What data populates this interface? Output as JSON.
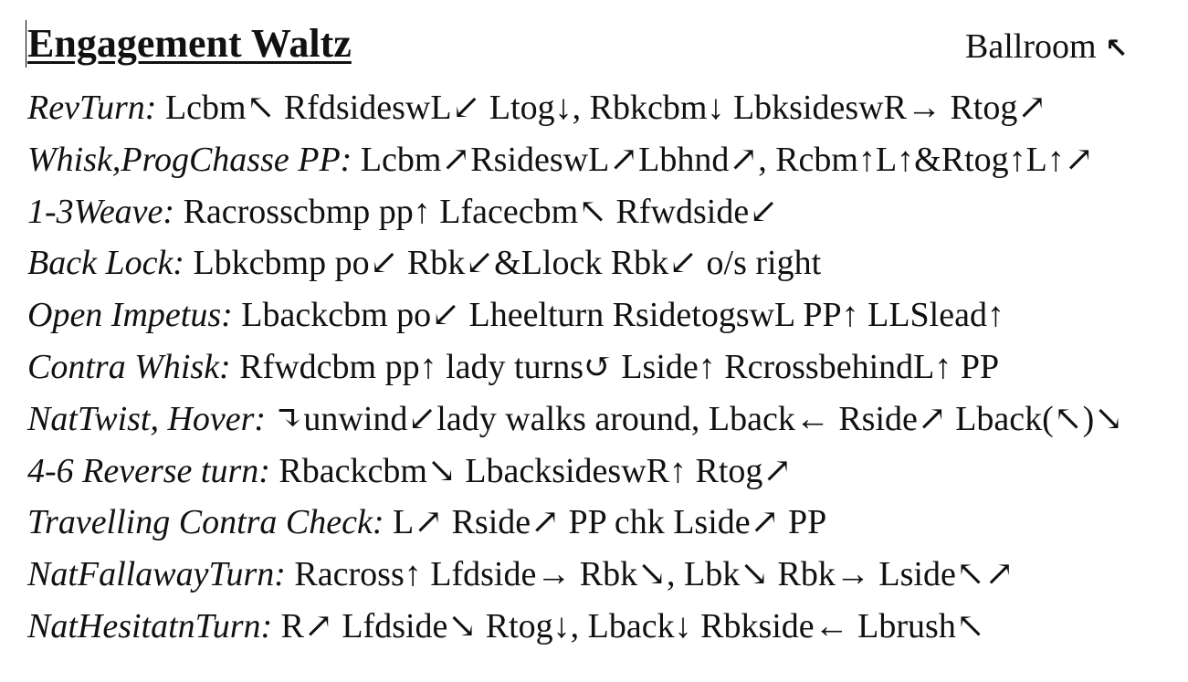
{
  "document": {
    "title": "Engagement Waltz",
    "category": "Ballroom",
    "category_icon": "arrow-up-left-icon"
  },
  "figures": [
    {
      "name": "RevTurn:",
      "description": "Lcbm↖ RfdsideswL↙ Ltog↓, Rbkcbm↓ LbksideswR→ Rtog↗"
    },
    {
      "name": "Whisk,ProgChasse PP:",
      "description": "Lcbm↗RsideswL↗Lbhnd↗, Rcbm↑L↑&Rtog↑L↑↗"
    },
    {
      "name": "1-3Weave:",
      "description": "Racrosscbmp pp↑ Lfacecbm↖ Rfwdside↙"
    },
    {
      "name": "Back Lock:",
      "description": "Lbkcbmp po↙ Rbk↙&Llock Rbk↙ o/s right"
    },
    {
      "name": "Open Impetus:",
      "description": "Lbackcbm po↙ Lheelturn RsidetogswL PP↑ LLSlead↑"
    },
    {
      "name": "Contra Whisk:",
      "description": "Rfwdcbm pp↑ lady turns↺ Lside↑ RcrossbehindL↑ PP"
    },
    {
      "name": "NatTwist, Hover:",
      "description": "↴unwind↙lady walks around, Lback← Rside↗ Lback(↖)↘"
    },
    {
      "name": "4-6 Reverse turn:",
      "description": "Rbackcbm↘ LbacksideswR↑ Rtog↗"
    },
    {
      "name": "Travelling Contra Check:",
      "description": "L↗ Rside↗ PP chk Lside↗ PP"
    },
    {
      "name": "NatFallawayTurn:",
      "description": "Racross↑ Lfdside→ Rbk↘, Lbk↘ Rbk→ Lside↖↗"
    },
    {
      "name": "NatHesitatnTurn:",
      "description": "R↗ Lfdside↘ Rtog↓, Lback↓ Rbkside← Lbrush↖"
    }
  ]
}
